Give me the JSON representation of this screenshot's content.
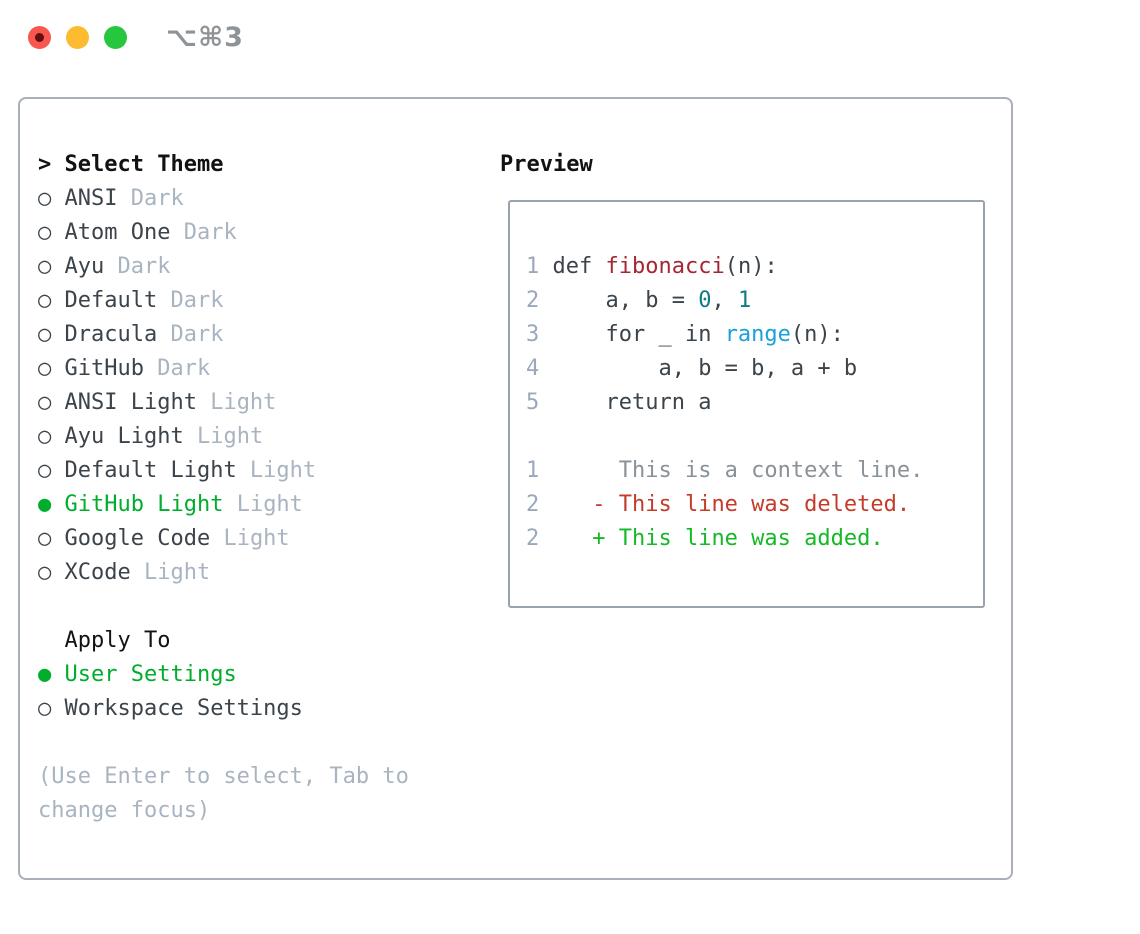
{
  "window": {
    "title": "⌥⌘3",
    "controls": {
      "close": "close",
      "minimize": "minimize",
      "zoom": "zoom"
    }
  },
  "icons": {
    "radio_unselected": "○",
    "radio_selected": "●",
    "caret": ">"
  },
  "theme_panel": {
    "header": "Select Theme",
    "items": [
      {
        "name": "ANSI",
        "variant": "Dark",
        "selected": false
      },
      {
        "name": "Atom One",
        "variant": "Dark",
        "selected": false
      },
      {
        "name": "Ayu",
        "variant": "Dark",
        "selected": false
      },
      {
        "name": "Default",
        "variant": "Dark",
        "selected": false
      },
      {
        "name": "Dracula",
        "variant": "Dark",
        "selected": false
      },
      {
        "name": "GitHub",
        "variant": "Dark",
        "selected": false
      },
      {
        "name": "ANSI Light",
        "variant": "Light",
        "selected": false
      },
      {
        "name": "Ayu Light",
        "variant": "Light",
        "selected": false
      },
      {
        "name": "Default Light",
        "variant": "Light",
        "selected": false
      },
      {
        "name": "GitHub Light",
        "variant": "Light",
        "selected": true
      },
      {
        "name": "Google Code",
        "variant": "Light",
        "selected": false
      },
      {
        "name": "XCode",
        "variant": "Light",
        "selected": false
      }
    ]
  },
  "apply_panel": {
    "header": "Apply To",
    "options": [
      {
        "label": "User Settings",
        "selected": true
      },
      {
        "label": "Workspace Settings",
        "selected": false
      }
    ]
  },
  "help": {
    "lines": [
      "(Use Enter to select, Tab to",
      "change focus)"
    ]
  },
  "preview": {
    "header": "Preview",
    "lines": [
      {
        "kind": "code",
        "num": "1",
        "tokens": [
          [
            "code",
            "def "
          ],
          [
            "fn",
            "fibonacci"
          ],
          [
            "code",
            "(n):"
          ]
        ]
      },
      {
        "kind": "code",
        "num": "2",
        "tokens": [
          [
            "code",
            "    a, b = "
          ],
          [
            "num",
            "0"
          ],
          [
            "code",
            ", "
          ],
          [
            "num",
            "1"
          ]
        ]
      },
      {
        "kind": "code",
        "num": "3",
        "tokens": [
          [
            "code",
            "    for _ in "
          ],
          [
            "builtin",
            "range"
          ],
          [
            "code",
            "(n):"
          ]
        ]
      },
      {
        "kind": "code",
        "num": "4",
        "tokens": [
          [
            "code",
            "        a, b = b, a + b"
          ]
        ]
      },
      {
        "kind": "code",
        "num": "5",
        "tokens": [
          [
            "code",
            "    return a"
          ]
        ]
      },
      {
        "kind": "blank"
      },
      {
        "kind": "context",
        "num": "1",
        "tokens": [
          [
            "ctx",
            "     This is a context line."
          ]
        ]
      },
      {
        "kind": "deleted",
        "num": "2",
        "tokens": [
          [
            "del",
            "   - This line was deleted."
          ]
        ]
      },
      {
        "kind": "added",
        "num": "2",
        "tokens": [
          [
            "add",
            "   + This line was added."
          ]
        ]
      }
    ]
  },
  "colors": {
    "ink": "#3b434b",
    "ink_strong": "#101214",
    "muted": "#a9b4c1",
    "green": "#00ad2c",
    "fn_red": "#a32734",
    "number_teal": "#0f7b83",
    "builtin_blue": "#1ba0d7",
    "diff_context": "#899199",
    "diff_deleted": "#c43b2a",
    "diff_added": "#16b826",
    "line_number": "#9aa8ba",
    "border_outer": "#a9b0ba",
    "border_preview": "#99a2ad",
    "title_gray": "#8e9398",
    "mac_red": "#f8564e",
    "mac_red_dot": "#5f100c",
    "mac_yellow": "#fdbc2f",
    "mac_green": "#26c73f"
  }
}
